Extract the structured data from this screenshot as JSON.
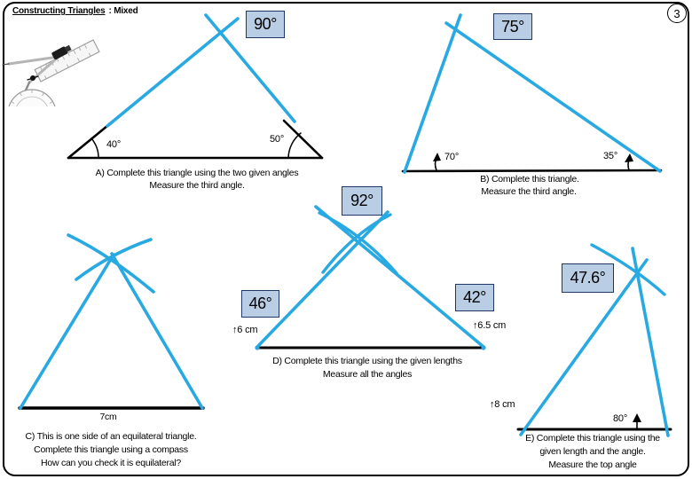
{
  "page_number": "3",
  "title": {
    "underlined": "Constructing Triangles",
    "suffix": ": Mixed"
  },
  "colors": {
    "construction_blue": "#29a9e1",
    "answer_box_fill": "#b9cde4",
    "answer_box_border": "#1f3864",
    "line_black": "#000000"
  },
  "icons": {
    "tools_image": "compass-ruler-protractor"
  },
  "sections": {
    "a": {
      "answer": "90°",
      "given_angle_left": "40°",
      "given_angle_right": "50°",
      "line1": "A) Complete this triangle using the two given angles",
      "line2": "Measure the third angle."
    },
    "b": {
      "answer": "75°",
      "measured_angle_left": "70°",
      "measured_angle_right": "35°",
      "line1": "B) Complete this triangle.",
      "line2": "Measure the third angle."
    },
    "c": {
      "length": "7cm",
      "line1": "C) This is one side of an equilateral triangle.",
      "line2": "Complete this triangle using a compass",
      "line3": "How can you check it is equilateral?"
    },
    "d": {
      "answer_top": "92°",
      "answer_left": "46°",
      "answer_right": "42°",
      "length_left": "↑6 cm",
      "length_right": "↑6.5 cm",
      "line1": "D) Complete this triangle using the given lengths",
      "line2": "Measure all the angles"
    },
    "e": {
      "answer": "47.6°",
      "length": "↑8 cm",
      "given_angle": "80°",
      "line1": "E) Complete this triangle using the",
      "line2": "given length and the angle.",
      "line3": "Measure the top angle"
    }
  }
}
